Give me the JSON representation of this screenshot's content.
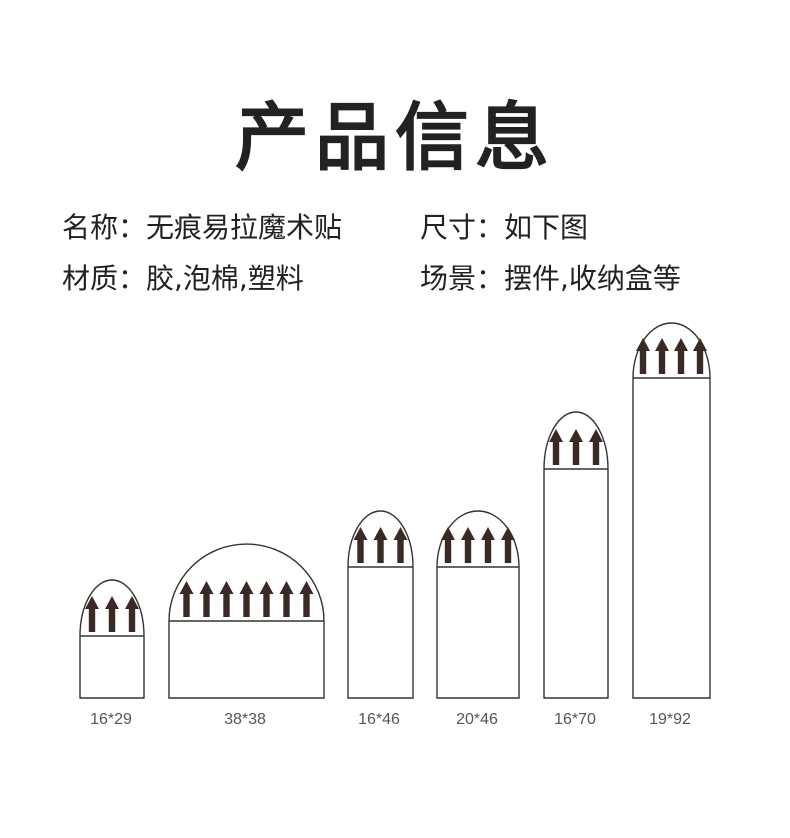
{
  "title": "产品信息",
  "info": {
    "name": "名称：无痕易拉魔术贴",
    "size": "尺寸：如下图",
    "material": "材质：胶,泡棉,塑料",
    "scene": "场景：摆件,收纳盒等"
  },
  "colors": {
    "outline": "#333333",
    "arrow": "#3a2a26",
    "text": "#222222",
    "label": "#555555"
  },
  "stickers": [
    {
      "label": "16*29",
      "arrow_count": 3
    },
    {
      "label": "38*38",
      "arrow_count": 7
    },
    {
      "label": "16*46",
      "arrow_count": 3
    },
    {
      "label": "20*46",
      "arrow_count": 4
    },
    {
      "label": "16*70",
      "arrow_count": 3
    },
    {
      "label": "19*92",
      "arrow_count": 4
    }
  ]
}
